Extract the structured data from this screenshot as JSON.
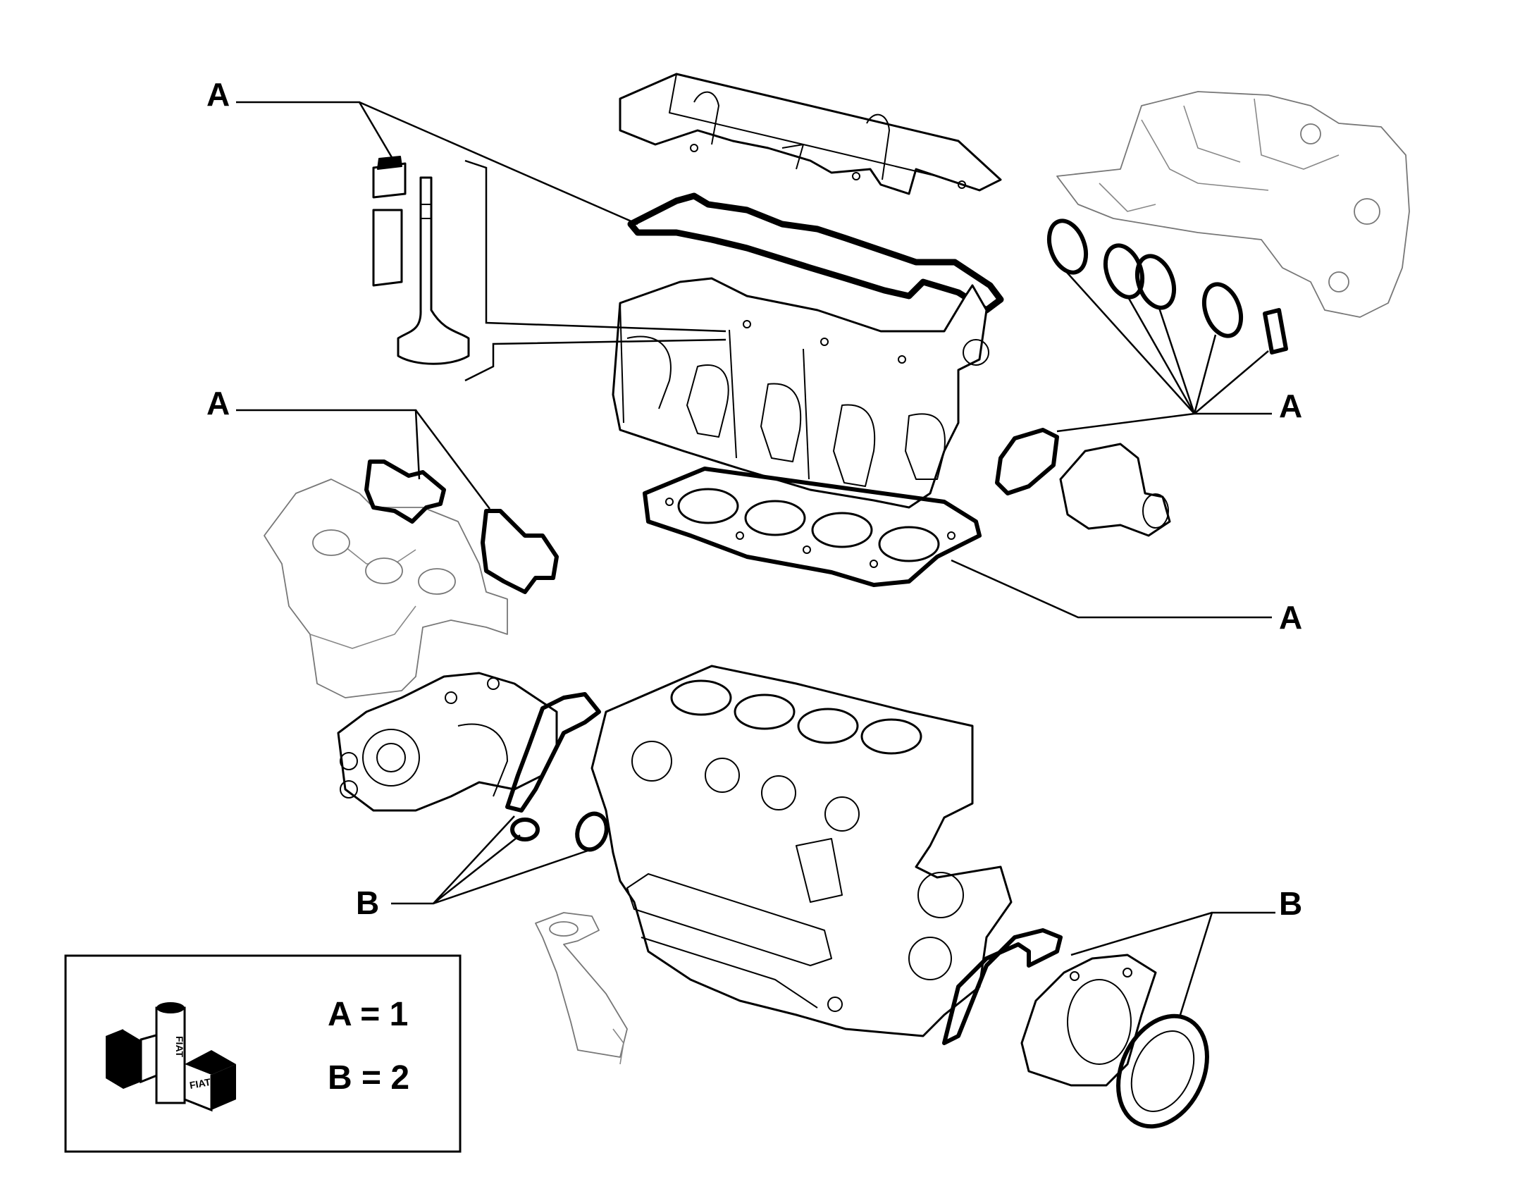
{
  "callouts": {
    "valve_group": "A",
    "exhaust_manifold_gaskets": "A",
    "intake_thermostat_gaskets": "A",
    "head_gasket": "A",
    "oil_pump_seals": "B",
    "rear_crank_seals": "B"
  },
  "legend": {
    "line_a": "A = 1",
    "line_b": "B = 2",
    "logo_text": "FIAT"
  }
}
